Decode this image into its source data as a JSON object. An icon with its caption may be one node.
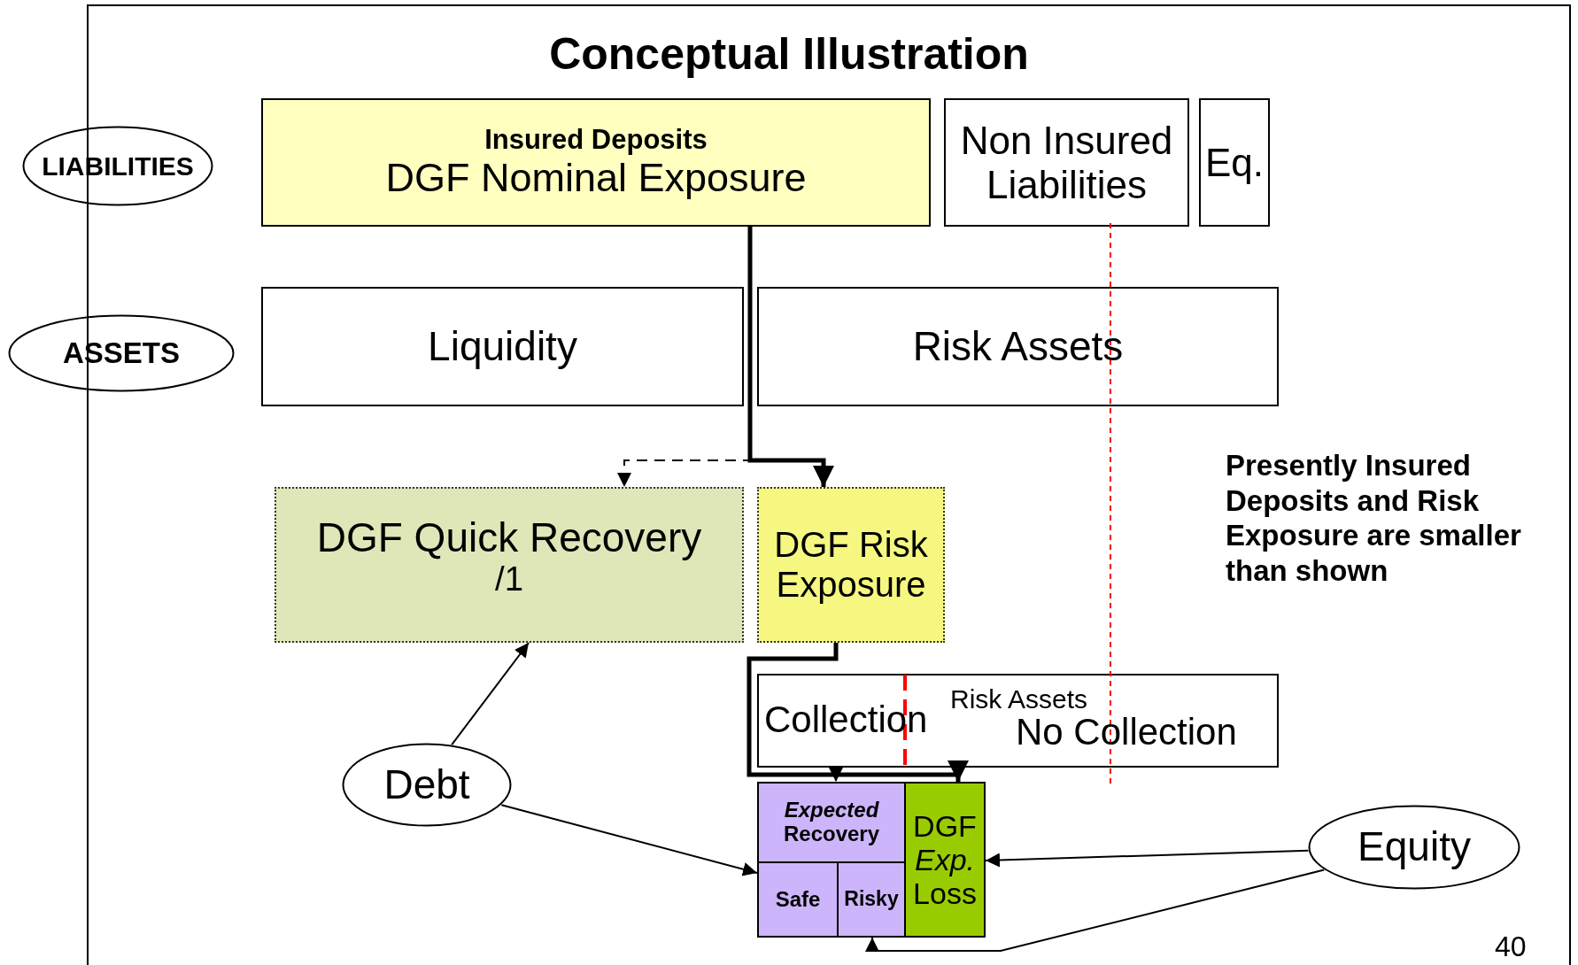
{
  "diagram": {
    "title": "Conceptual Illustration",
    "nodes": [
      {
        "text": [
          "LIABILITIES"
        ]
      },
      {
        "text": [
          "ASSETS"
        ]
      },
      {
        "text": [
          "Insured Deposits",
          "DGF Nominal Exposure"
        ]
      },
      {
        "text": [
          "Non Insured Liabilities"
        ]
      },
      {
        "text": [
          "Eq."
        ]
      },
      {
        "text": [
          "Liquidity"
        ]
      },
      {
        "text": [
          "Risk Assets"
        ]
      },
      {
        "text": [
          "DGF Quick Recovery $^{/1}$"
        ]
      },
      {
        "text": [
          "DGF Risk Exposure"
        ]
      },
      {
        "text": [
          "Collection",
          "Risk Assets",
          "No Collection"
        ]
      },
      {
        "text": [
          "*Expected* Recovery"
        ]
      },
      {
        "text": [
          "Safe"
        ]
      },
      {
        "text": [
          "Risky"
        ]
      },
      {
        "text": [
          "DGF *Exp.* Loss"
        ]
      },
      {
        "text": [
          "Debt"
        ]
      },
      {
        "text": [
          "Equity"
        ]
      }
    ],
    "edges": [
      {
        "from": 2,
        "to": 8,
        "arrow": "to",
        "style": "thick"
      },
      {
        "from": 2,
        "to": 7,
        "arrow": "to",
        "style": "dashed"
      },
      {
        "from": 8,
        "to": 13,
        "arrow": "to",
        "style": "thick"
      },
      {
        "from": 8,
        "to": 10,
        "arrow": "to",
        "style": "dashed"
      },
      {
        "from": 14,
        "to": 7,
        "arrow": "to"
      },
      {
        "from": 14,
        "to": 11,
        "arrow": "to"
      },
      {
        "from": 15,
        "to": 13,
        "arrow": "to"
      },
      {
        "from": 15,
        "to": 12,
        "arrow": "to"
      }
    ],
    "labels": [
      "Presently Insured Deposits and Risk Exposure are smaller than shown",
      "40"
    ]
  }
}
